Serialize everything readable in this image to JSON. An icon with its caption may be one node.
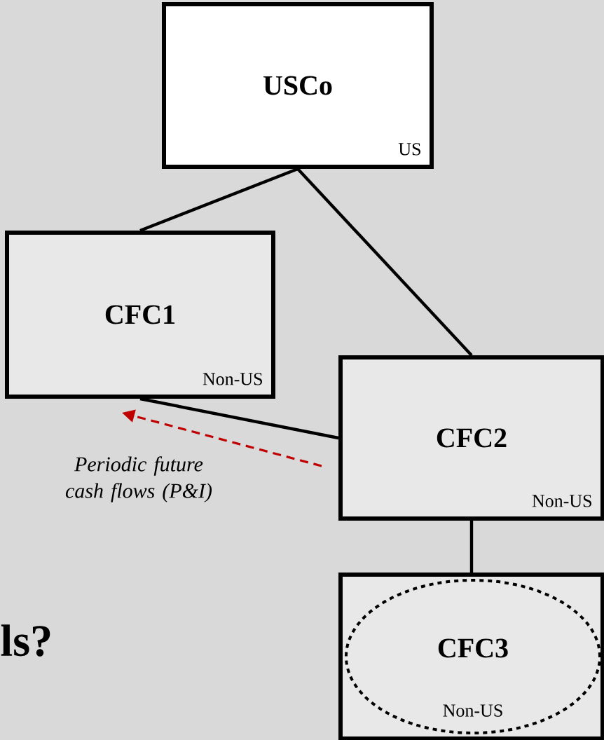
{
  "diagram": {
    "nodes": [
      {
        "text": [
          "USCo",
          "US"
        ]
      },
      {
        "text": [
          "CFC1",
          "Non-US"
        ]
      },
      {
        "text": [
          "CFC2",
          "Non-US"
        ]
      },
      {
        "text": [],
        "shape": "box"
      },
      {
        "text": [
          "CFC3",
          "Non-US"
        ],
        "in": 3
      }
    ],
    "edges": [
      {
        "from": 0,
        "to": 1,
        "arrow": "none"
      },
      {
        "from": 0,
        "to": 2,
        "arrow": "none"
      },
      {
        "from": 2,
        "to": 1,
        "arrow": "none"
      },
      {
        "from": 2,
        "to": 3,
        "arrow": "none"
      },
      {
        "from": 2,
        "to": 1,
        "arrow": "to",
        "style": "dashed",
        "color": "#c00000",
        "label": "Periodic future cash flows (P&I)"
      }
    ],
    "labels": [
      "ls?"
    ]
  }
}
